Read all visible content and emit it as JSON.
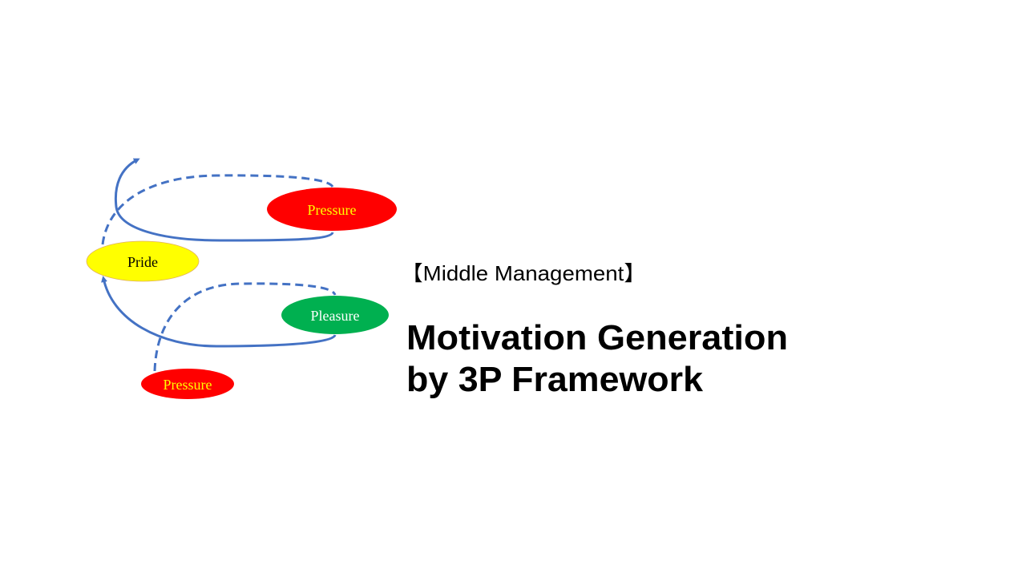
{
  "diagram": {
    "nodes": [
      {
        "id": "pressure-top",
        "label": "Pressure",
        "fill": "#ff0000",
        "text_color": "#ffff00"
      },
      {
        "id": "pride",
        "label": "Pride",
        "fill": "#ffff00",
        "text_color": "#000000"
      },
      {
        "id": "pleasure",
        "label": "Pleasure",
        "fill": "#00b050",
        "text_color": "#ffffff"
      },
      {
        "id": "pressure-bottom",
        "label": "Pressure",
        "fill": "#ff0000",
        "text_color": "#ffff00"
      }
    ],
    "edge_color": "#4472c4"
  },
  "subtitle": "【Middle Management】",
  "title": {
    "line1": "Motivation Generation",
    "line2": "by 3P Framework"
  }
}
